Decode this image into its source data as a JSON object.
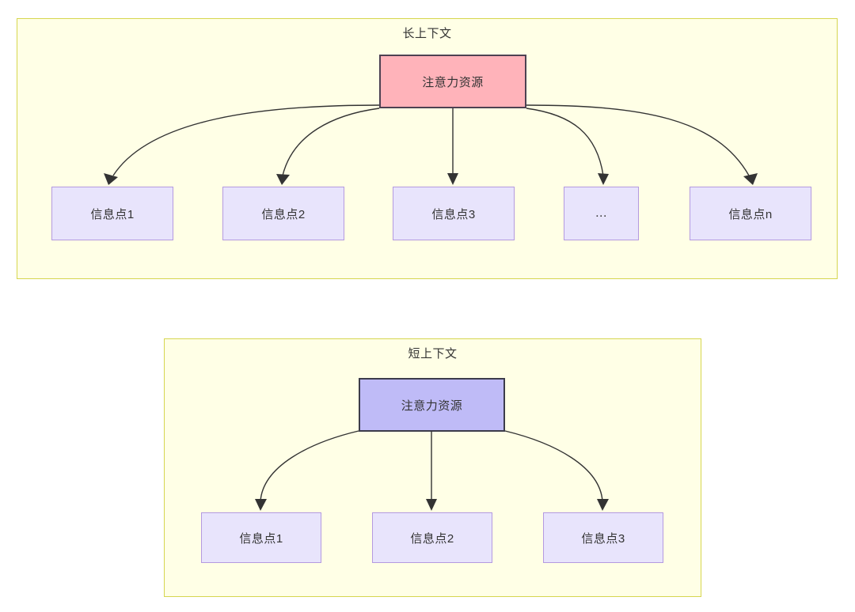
{
  "diagram": {
    "type": "hierarchy-comparison",
    "groups": [
      {
        "id": "long-context",
        "title": "长上下文",
        "root": {
          "label": "注意力资源",
          "fill": "#ffb3ba",
          "stroke": "#4d4152"
        },
        "children": [
          {
            "label": "信息点1"
          },
          {
            "label": "信息点2"
          },
          {
            "label": "信息点3"
          },
          {
            "label": "..."
          },
          {
            "label": "信息点n"
          }
        ]
      },
      {
        "id": "short-context",
        "title": "短上下文",
        "root": {
          "label": "注意力资源",
          "fill": "#bfbbf7",
          "stroke": "#3c3c4a"
        },
        "children": [
          {
            "label": "信息点1"
          },
          {
            "label": "信息点2"
          },
          {
            "label": "信息点3"
          }
        ]
      }
    ],
    "colors": {
      "panel_fill": "#ffffe6",
      "panel_stroke": "#d6d64f",
      "info_fill": "#e8e4fc",
      "info_stroke": "#b49ae0",
      "edge_stroke": "#333333",
      "text": "#333333"
    }
  }
}
